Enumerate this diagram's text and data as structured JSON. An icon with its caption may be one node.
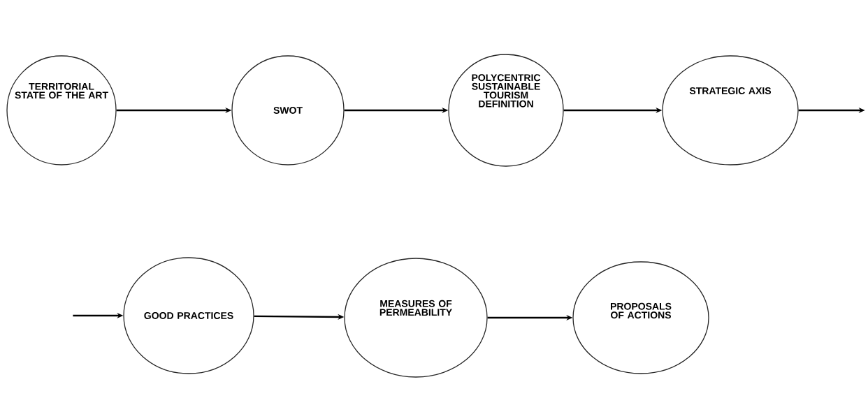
{
  "diagram": {
    "nodes": [
      {
        "text": [
          "TERRITORIAL STATE OF THE ART"
        ]
      },
      {
        "text": [
          "SWOT"
        ]
      },
      {
        "text": [
          "POLYCENTRIC SUSTAINABLE TOURISM DEFINITION"
        ]
      },
      {
        "text": [
          "STRATEGIC AXIS"
        ]
      },
      {
        "text": [
          "GOOD PRACTICES"
        ]
      },
      {
        "text": [
          "MEASURES OF PERMEABILITY"
        ]
      },
      {
        "text": [
          "PROPOSALS OF ACTIONS"
        ]
      }
    ],
    "edges": [
      {
        "from": 0,
        "to": 1,
        "arrow": "to"
      },
      {
        "from": 1,
        "to": 2,
        "arrow": "to"
      },
      {
        "from": 2,
        "to": 3,
        "arrow": "to"
      },
      {
        "from": 3,
        "to": null,
        "arrow": "to"
      },
      {
        "from": null,
        "to": 4,
        "arrow": "to"
      },
      {
        "from": 4,
        "to": 5,
        "arrow": "to"
      },
      {
        "from": 5,
        "to": 6,
        "arrow": "to"
      }
    ]
  }
}
